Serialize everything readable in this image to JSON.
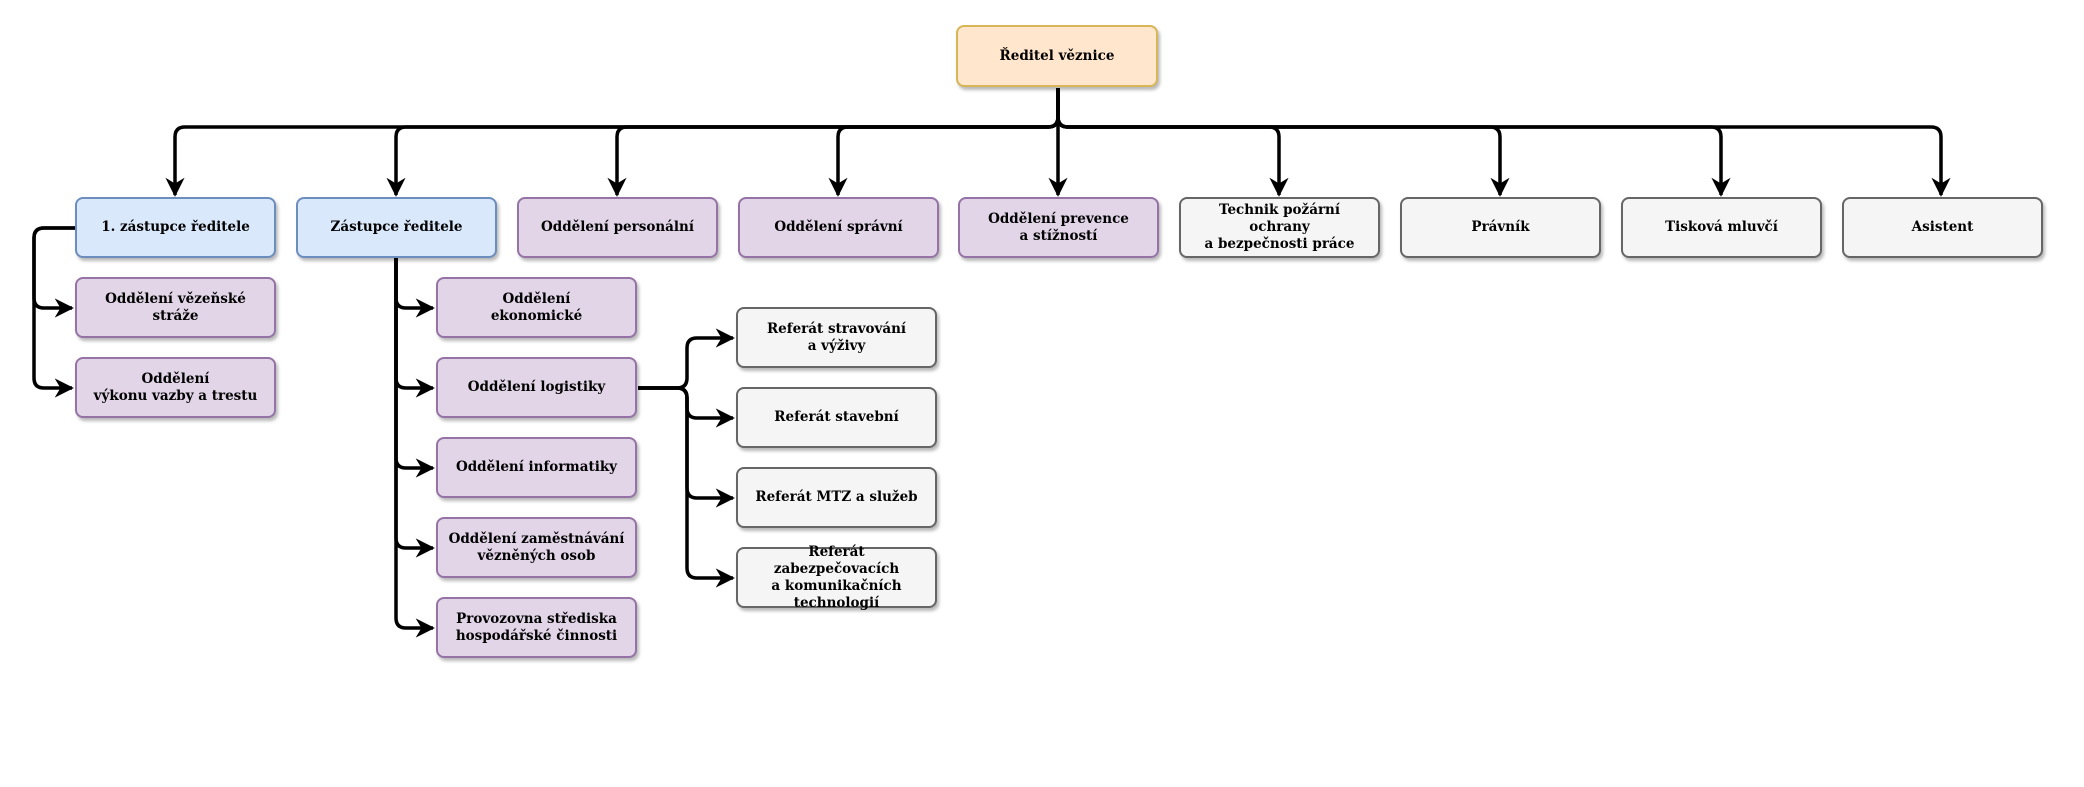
{
  "colors": {
    "root_fill": "#ffe6cc",
    "root_stroke": "#d6b656",
    "deputy_fill": "#dae8fc",
    "deputy_stroke": "#6c8ebf",
    "department_fill": "#e1d5e7",
    "department_stroke": "#9673a6",
    "staff_fill": "#f5f5f5",
    "staff_stroke": "#666666",
    "connector": "#000000"
  },
  "nodes": {
    "root": {
      "label": "Ředitel věznice",
      "style": "orange"
    },
    "deputy1": {
      "label": "1. zástupce ředitele",
      "style": "blue"
    },
    "deputy2": {
      "label": "Zástupce ředitele",
      "style": "blue"
    },
    "personnel": {
      "label": "Oddělení personální",
      "style": "purple"
    },
    "admin": {
      "label": "Oddělení správní",
      "style": "purple"
    },
    "prevention": {
      "label": "Oddělení prevence\na stížností",
      "style": "purple"
    },
    "fire_safety": {
      "label": "Technik požární ochrany\na bezpečnosti práce",
      "style": "gray"
    },
    "lawyer": {
      "label": "Právník",
      "style": "gray"
    },
    "spokesperson": {
      "label": "Tisková mluvčí",
      "style": "gray"
    },
    "assistant": {
      "label": "Asistent",
      "style": "gray"
    },
    "guard": {
      "label": "Oddělení vězeňské stráže",
      "style": "purple"
    },
    "custody": {
      "label": "Oddělení\nvýkonu vazby a trestu",
      "style": "purple"
    },
    "economic": {
      "label": "Oddělení\nekonomické",
      "style": "purple"
    },
    "logistics": {
      "label": "Oddělení logistiky",
      "style": "purple"
    },
    "it": {
      "label": "Oddělení informatiky",
      "style": "purple"
    },
    "employment": {
      "label": "Oddělení zaměstnávání\nvězněných osob",
      "style": "purple"
    },
    "workshop": {
      "label": "Provozovna střediska\nhospodářské činnosti",
      "style": "purple"
    },
    "catering": {
      "label": "Referát stravování\na výživy",
      "style": "gray"
    },
    "construction": {
      "label": "Referát stavební",
      "style": "gray"
    },
    "mtz": {
      "label": "Referát MTZ a služeb",
      "style": "gray"
    },
    "security_tech": {
      "label": "Referát zabezpečovacích\na komunikačních\ntechnologií",
      "style": "gray"
    }
  }
}
